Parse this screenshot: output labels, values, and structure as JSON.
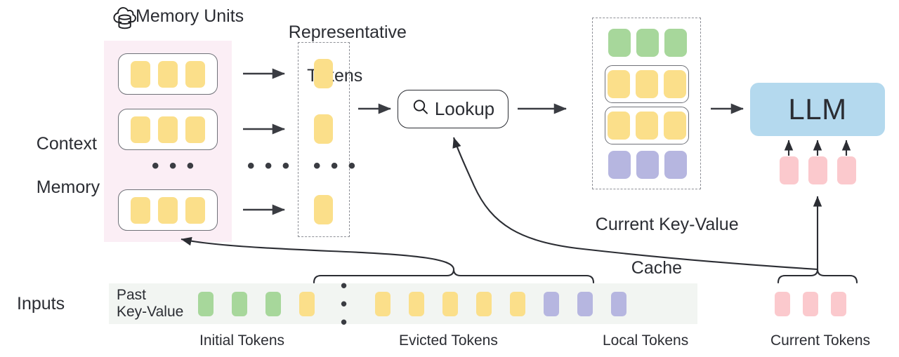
{
  "diagram": {
    "title_labels": {
      "memory_units": "Memory Units",
      "representative_tokens": "Representative\nTokens",
      "context_memory": "Context\nMemory",
      "inputs": "Inputs",
      "current_kv_cache": "Current Key-Value\nCache",
      "lookup": "Lookup",
      "llm": "LLM",
      "past_key_value": "Past\nKey-Value"
    },
    "bottom_labels": {
      "initial_tokens": "Initial Tokens",
      "evicted_tokens": "Evicted Tokens",
      "local_tokens": "Local Tokens",
      "current_tokens": "Current Tokens"
    },
    "ellipsis": "• • •",
    "icons": {
      "cloud_database": "cloud-database-icon",
      "search": "search-icon"
    },
    "colors": {
      "yellow_token": "#fbdf8a",
      "green_token": "#a7d79b",
      "purple_token": "#b6b6e0",
      "pink_token": "#fbc9cd",
      "memory_panel_bg": "#fbeef5",
      "input_strip_bg": "#f2f5f2",
      "llm_bg": "#b4d9ee",
      "stroke": "#2b2d33",
      "dashed_stroke": "#8d8f96"
    },
    "memory_units": [
      {
        "tokens": [
          "yellow",
          "yellow",
          "yellow"
        ]
      },
      {
        "tokens": [
          "yellow",
          "yellow",
          "yellow"
        ]
      },
      {
        "tokens": [
          "yellow",
          "yellow",
          "yellow"
        ]
      }
    ],
    "representative_tokens": [
      "yellow",
      "yellow",
      "yellow"
    ],
    "kv_cache_rows": [
      {
        "boxed": false,
        "tokens": [
          "green",
          "green",
          "green"
        ]
      },
      {
        "boxed": true,
        "tokens": [
          "yellow",
          "yellow",
          "yellow"
        ]
      },
      {
        "boxed": true,
        "tokens": [
          "yellow",
          "yellow",
          "yellow"
        ]
      },
      {
        "boxed": false,
        "tokens": [
          "purple",
          "purple",
          "purple"
        ]
      }
    ],
    "input_sequence": [
      "green",
      "green",
      "green",
      "yellow",
      "ellipsis",
      "yellow",
      "yellow",
      "yellow",
      "yellow",
      "yellow",
      "purple",
      "purple",
      "purple"
    ],
    "current_tokens": [
      "pink",
      "pink",
      "pink"
    ],
    "llm_input_tokens": [
      "pink",
      "pink",
      "pink"
    ]
  }
}
